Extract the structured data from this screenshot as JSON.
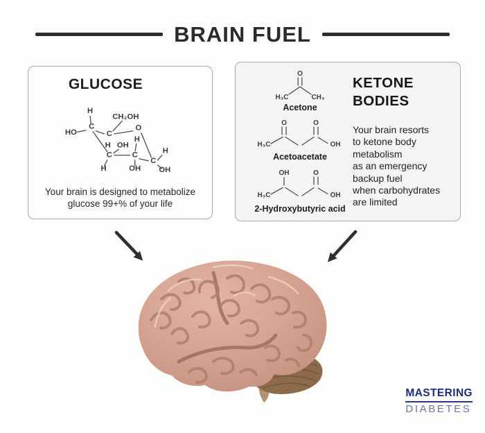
{
  "header": {
    "title": "BRAIN FUEL"
  },
  "glucose_card": {
    "title": "GLUCOSE",
    "caption_lines": [
      "Your brain is designed to metabolize",
      "glucose 99+% of your life"
    ],
    "molecule": {
      "name": "glucose-ring-structure",
      "atoms": [
        "H",
        "C",
        "HO",
        "CH₂OH",
        "C",
        "O",
        "H",
        "OH",
        "H",
        "C",
        "C",
        "H",
        "OH",
        "C",
        "H",
        "OH"
      ]
    }
  },
  "ketone_card": {
    "title_lines": [
      "KETONE",
      "BODIES"
    ],
    "description_lines": [
      "Your brain resorts",
      "to ketone body",
      "metabolism",
      "as an emergency",
      "backup fuel",
      "when carbohydrates",
      "are limited"
    ],
    "molecules": {
      "acetone": {
        "label": "Acetone",
        "atoms": [
          "O",
          "H₃C",
          "CH₃"
        ]
      },
      "acetoacetate": {
        "label": "Acetoacetate",
        "atoms": [
          "O",
          "O",
          "H₃C",
          "OH"
        ]
      },
      "hydroxybutyric": {
        "label": "2-Hydroxybutyric acid",
        "atoms": [
          "OH",
          "O",
          "H₃C",
          "OH"
        ]
      }
    }
  },
  "logo": {
    "line1": "MASTERING",
    "line2": "DIABETES"
  },
  "colors": {
    "title_text": "#2b2b2b",
    "card_border": "#a9a9a9",
    "ketone_card_bg": "#f4f4f2",
    "arrow": "#2f2f2f",
    "brain_pink": "#d2a091",
    "brain_crevice": "#a97966",
    "cerebellum_brown": "#8e6a4c",
    "logo_navy": "#1d2d7d",
    "logo_blue": "#6a78a3"
  }
}
